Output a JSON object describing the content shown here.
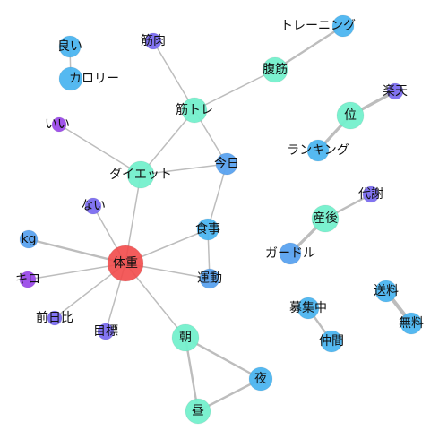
{
  "colors": {
    "center": "#f24a4a",
    "teal": "#74f0cc",
    "sky": "#4cb5f0",
    "blue": "#5aa2ef",
    "indigo": "#7b6df0",
    "purple": "#9b4be9",
    "edge": "#bdbdbd"
  },
  "nodes": [
    {
      "id": "taiju",
      "label": "体重",
      "color": "center"
    },
    {
      "id": "diet",
      "label": "ダイエット",
      "color": "teal"
    },
    {
      "id": "kintore",
      "label": "筋トレ",
      "color": "teal"
    },
    {
      "id": "fukkin",
      "label": "腹筋",
      "color": "teal"
    },
    {
      "id": "asa",
      "label": "朝",
      "color": "teal"
    },
    {
      "id": "hiru",
      "label": "昼",
      "color": "teal"
    },
    {
      "id": "yoru",
      "label": "夜",
      "color": "sky"
    },
    {
      "id": "kyou",
      "label": "今日",
      "color": "blue"
    },
    {
      "id": "shokuji",
      "label": "食事",
      "color": "sky"
    },
    {
      "id": "undou",
      "label": "運動",
      "color": "blue"
    },
    {
      "id": "kinniku",
      "label": "筋肉",
      "color": "indigo"
    },
    {
      "id": "yoi",
      "label": "良い",
      "color": "sky"
    },
    {
      "id": "calorie",
      "label": "カロリー",
      "color": "sky"
    },
    {
      "id": "ii",
      "label": "いい",
      "color": "purple"
    },
    {
      "id": "nai",
      "label": "ない",
      "color": "indigo"
    },
    {
      "id": "kg",
      "label": "kg",
      "color": "blue"
    },
    {
      "id": "kiro",
      "label": "キロ",
      "color": "purple"
    },
    {
      "id": "zenjitsu",
      "label": "前日比",
      "color": "indigo"
    },
    {
      "id": "mokuhyo",
      "label": "目標",
      "color": "indigo"
    },
    {
      "id": "training",
      "label": "トレーニング",
      "color": "sky"
    },
    {
      "id": "rakuten",
      "label": "楽天",
      "color": "indigo"
    },
    {
      "id": "i",
      "label": "位",
      "color": "teal"
    },
    {
      "id": "ranking",
      "label": "ランキング",
      "color": "sky"
    },
    {
      "id": "taisha",
      "label": "代謝",
      "color": "indigo"
    },
    {
      "id": "sango",
      "label": "産後",
      "color": "teal"
    },
    {
      "id": "girdle",
      "label": "ガードル",
      "color": "blue"
    },
    {
      "id": "soryo",
      "label": "送料",
      "color": "sky"
    },
    {
      "id": "muryo",
      "label": "無料",
      "color": "sky"
    },
    {
      "id": "boshu",
      "label": "募集中",
      "color": "sky"
    },
    {
      "id": "nakama",
      "label": "仲間",
      "color": "sky"
    }
  ],
  "edges": [
    {
      "from": "taiju",
      "to": "diet",
      "weight": 1
    },
    {
      "from": "taiju",
      "to": "nai",
      "weight": 1
    },
    {
      "from": "taiju",
      "to": "kg",
      "weight": 2
    },
    {
      "from": "taiju",
      "to": "kiro",
      "weight": 1
    },
    {
      "from": "taiju",
      "to": "zenjitsu",
      "weight": 1
    },
    {
      "from": "taiju",
      "to": "mokuhyo",
      "weight": 1
    },
    {
      "from": "taiju",
      "to": "asa",
      "weight": 1
    },
    {
      "from": "taiju",
      "to": "shokuji",
      "weight": 1
    },
    {
      "from": "taiju",
      "to": "undou",
      "weight": 1
    },
    {
      "from": "diet",
      "to": "ii",
      "weight": 1
    },
    {
      "from": "diet",
      "to": "kyou",
      "weight": 1
    },
    {
      "from": "diet",
      "to": "kintore",
      "weight": 1
    },
    {
      "from": "kintore",
      "to": "kinniku",
      "weight": 1
    },
    {
      "from": "kintore",
      "to": "fukkin",
      "weight": 1
    },
    {
      "from": "kintore",
      "to": "kyou",
      "weight": 1
    },
    {
      "from": "kyou",
      "to": "shokuji",
      "weight": 1
    },
    {
      "from": "shokuji",
      "to": "undou",
      "weight": 1
    },
    {
      "from": "fukkin",
      "to": "training",
      "weight": 2
    },
    {
      "from": "yoi",
      "to": "calorie",
      "weight": 1
    },
    {
      "from": "asa",
      "to": "hiru",
      "weight": 2
    },
    {
      "from": "asa",
      "to": "yoru",
      "weight": 2
    },
    {
      "from": "hiru",
      "to": "yoru",
      "weight": 2
    },
    {
      "from": "i",
      "to": "rakuten",
      "weight": 3
    },
    {
      "from": "i",
      "to": "ranking",
      "weight": 3
    },
    {
      "from": "sango",
      "to": "taisha",
      "weight": 2
    },
    {
      "from": "sango",
      "to": "girdle",
      "weight": 3
    },
    {
      "from": "soryo",
      "to": "muryo",
      "weight": 4
    },
    {
      "from": "boshu",
      "to": "nakama",
      "weight": 2
    }
  ]
}
